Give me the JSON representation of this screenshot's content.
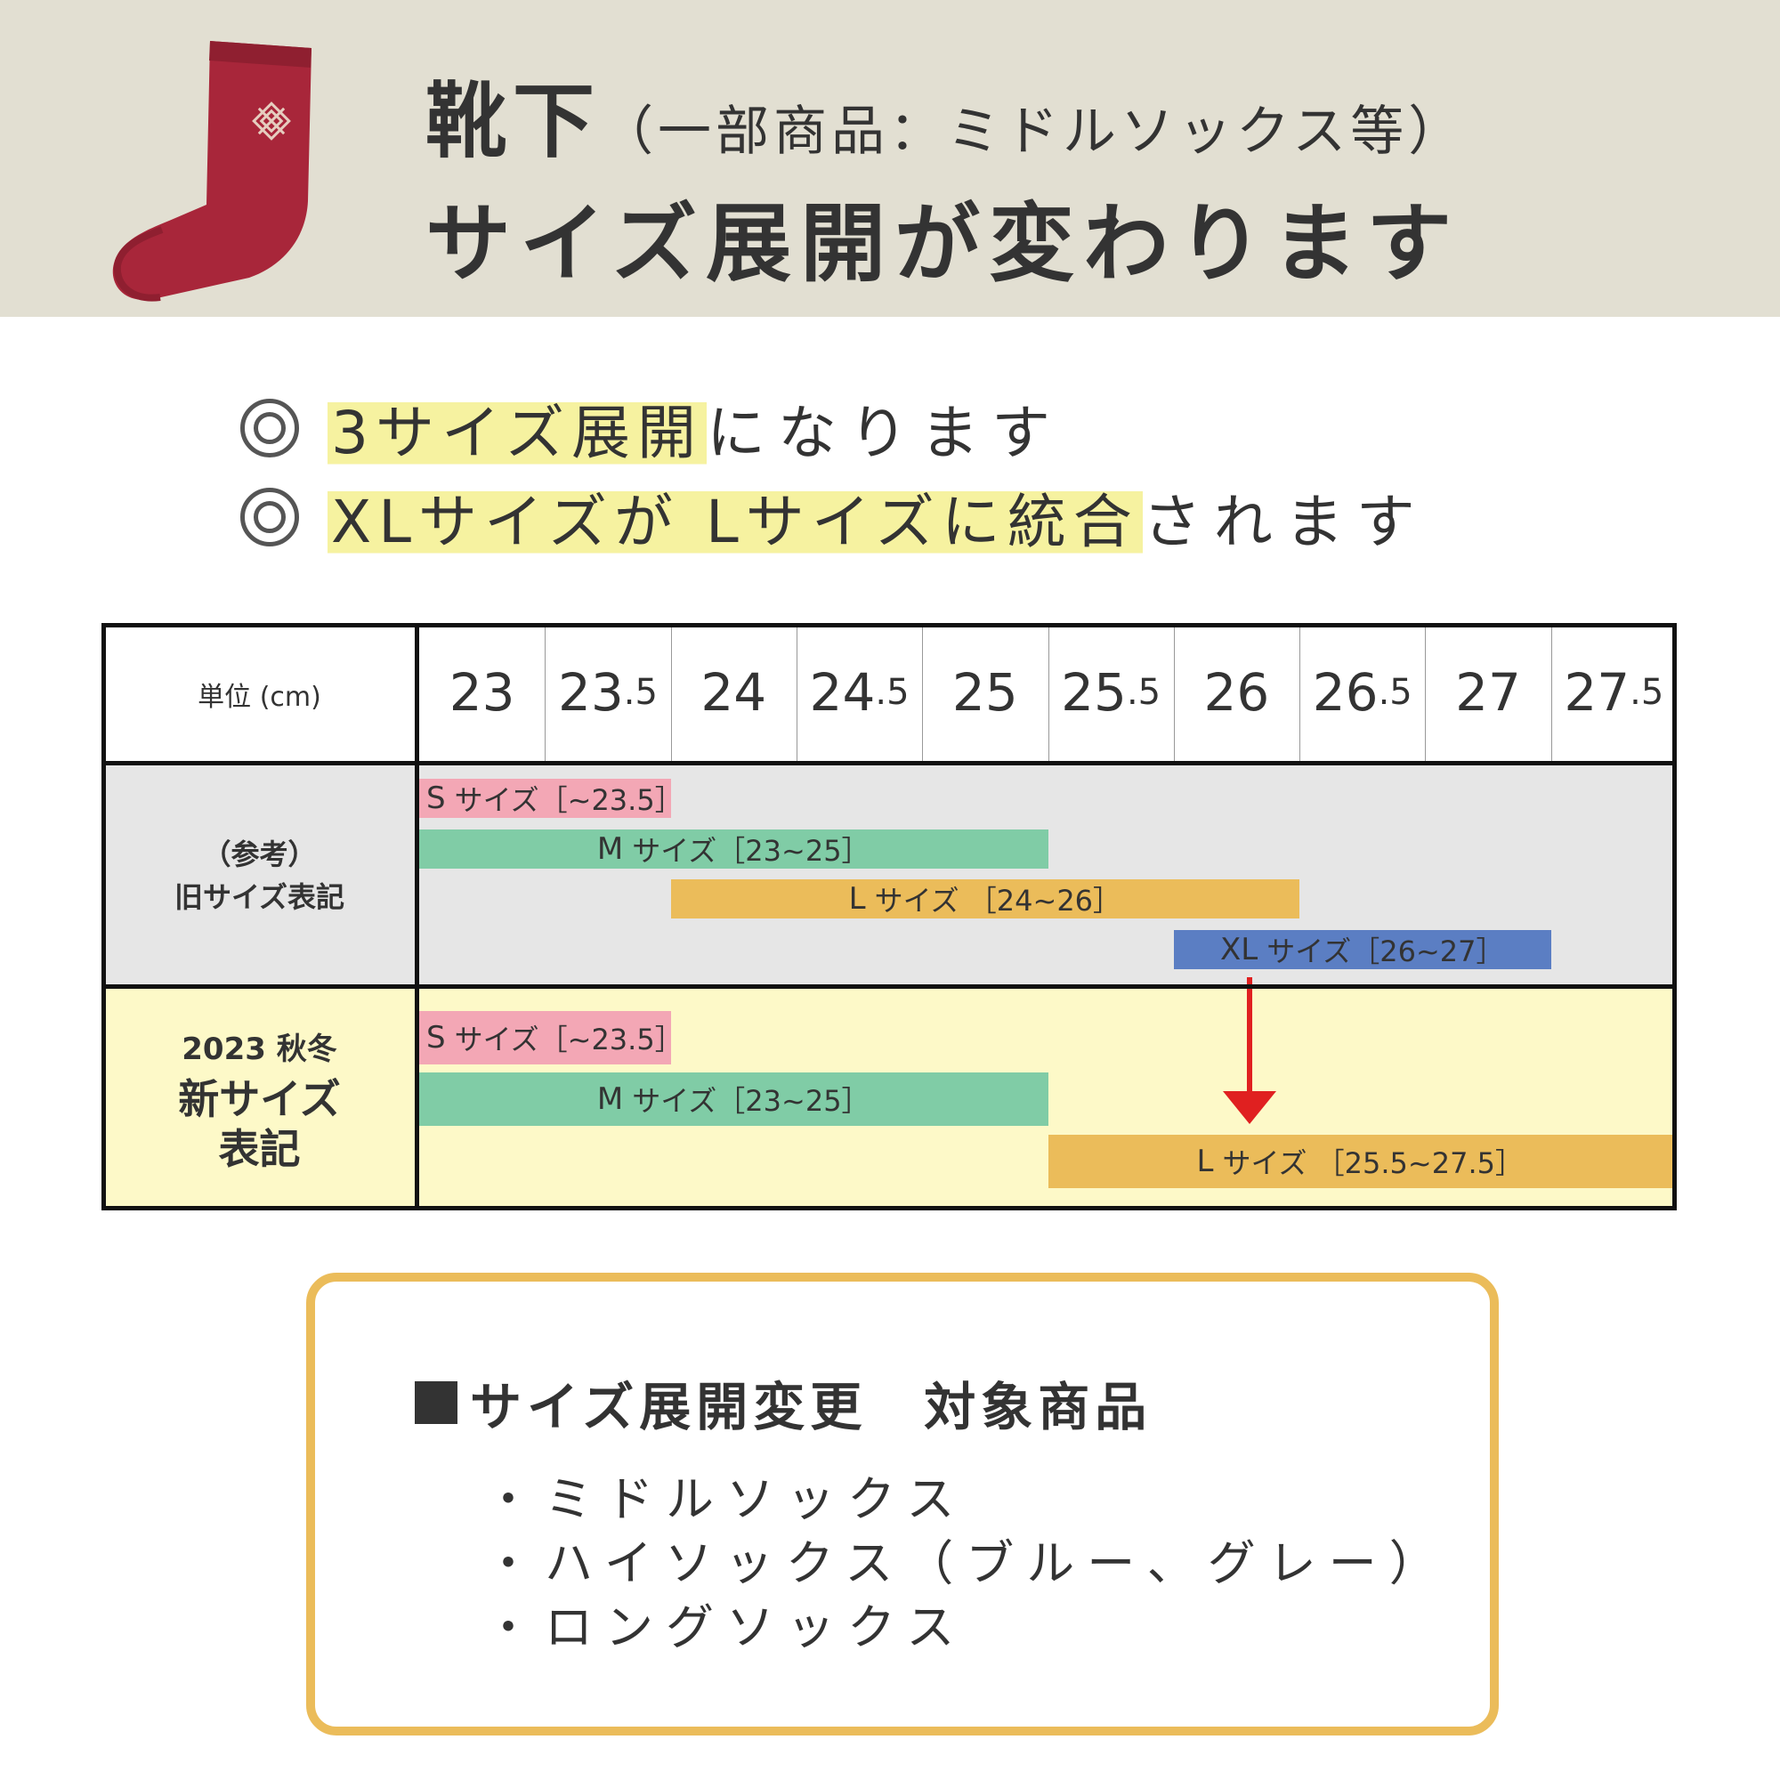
{
  "header": {
    "title_main": "靴下",
    "title_sub": "（一部商品：ミドルソックス等）",
    "title_line2": "サイズ展開が変わります"
  },
  "bullets": [
    {
      "highlight": "3サイズ展開",
      "rest": "になります"
    },
    {
      "highlight": "XLサイズが Lサイズに統合",
      "rest": "されます"
    }
  ],
  "table": {
    "unit_label": "単位 (cm)",
    "sizes": [
      {
        "int": "23",
        "frac": ""
      },
      {
        "int": "23",
        "frac": ".5"
      },
      {
        "int": "24",
        "frac": ""
      },
      {
        "int": "24",
        "frac": ".5"
      },
      {
        "int": "25",
        "frac": ""
      },
      {
        "int": "25",
        "frac": ".5"
      },
      {
        "int": "26",
        "frac": ""
      },
      {
        "int": "26",
        "frac": ".5"
      },
      {
        "int": "27",
        "frac": ""
      },
      {
        "int": "27",
        "frac": ".5"
      }
    ],
    "old_label_1": "（参考）",
    "old_label_2": "旧サイズ表記",
    "new_label_1": "2023 秋冬",
    "new_label_2": "新サイズ",
    "new_label_3": "表記",
    "old_bars": [
      {
        "size": "S",
        "text": "サイズ［~23.5］",
        "from": 23,
        "to": 24,
        "color": "#f3a7b5"
      },
      {
        "size": "M",
        "text": "サイズ［23~25］",
        "from": 23,
        "to": 25.5,
        "color": "#80cca6"
      },
      {
        "size": "L",
        "text": "サイズ ［24~26］",
        "from": 24,
        "to": 26.5,
        "color": "#ebbc5a"
      },
      {
        "size": "XL",
        "text": "サイズ［26~27］",
        "from": 26,
        "to": 27.5,
        "color": "#5b7ec3"
      }
    ],
    "new_bars": [
      {
        "size": "S",
        "text": "サイズ［~23.5］",
        "from": 23,
        "to": 24,
        "color": "#f3a7b5"
      },
      {
        "size": "M",
        "text": "サイズ［23~25］",
        "from": 23,
        "to": 25.5,
        "color": "#80cca6"
      },
      {
        "size": "L",
        "text": "サイズ ［25.5~27.5］",
        "from": 25.5,
        "to": 28,
        "color": "#ebbc5a"
      }
    ],
    "colors": {
      "old_row_bg": "#e6e6e6",
      "new_row_bg": "#fdf9c8",
      "arrow": "#e02020"
    }
  },
  "target": {
    "title": "サイズ展開変更　対象商品",
    "items": [
      "・ミドルソックス",
      "・ハイソックス（ブルー、グレー）",
      "・ロングソックス"
    ]
  },
  "colors": {
    "header_bg": "#e2dfd2",
    "sock": "#a8263a",
    "highlight": "#f6f2a0",
    "box_border": "#ebbc5a"
  }
}
